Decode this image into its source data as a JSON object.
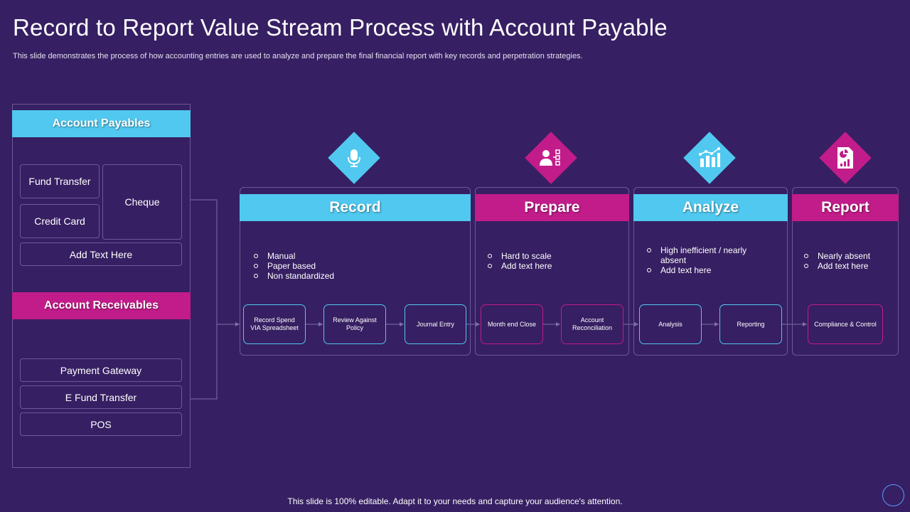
{
  "title": "Record to Report Value Stream Process with Account Payable",
  "subtitle": "This slide demonstrates the process of how accounting entries are used to analyze  and prepare the final financial report with key records and perpetration strategies.",
  "footer": "This slide is 100% editable. Adapt it to your needs and capture your audience's attention.",
  "colors": {
    "background": "#361f62",
    "cyan": "#50c8ef",
    "pink": "#c21c8a",
    "border": "#6c5a97"
  },
  "payables": {
    "header": "Account Payables",
    "items": [
      "Fund Transfer",
      "Credit Card",
      "Cheque",
      "Add Text Here"
    ]
  },
  "receivables": {
    "header": "Account Receivables",
    "items": [
      "Payment Gateway",
      "E Fund Transfer",
      "POS"
    ]
  },
  "stages": [
    {
      "title": "Record",
      "icon": "microphone-icon",
      "bullets": [
        "Manual",
        "Paper based",
        "Non standardized"
      ]
    },
    {
      "title": "Prepare",
      "icon": "person-checklist-icon",
      "bullets": [
        "Hard to scale",
        "Add text here"
      ]
    },
    {
      "title": "Analyze",
      "icon": "analytics-chart-icon",
      "bullets": [
        "High inefficient / nearly absent",
        "Add text here"
      ]
    },
    {
      "title": "Report",
      "icon": "report-document-icon",
      "bullets": [
        "Nearly absent",
        "Add text here"
      ]
    }
  ],
  "steps": [
    "Record Spend VIA Spreadsheet",
    "Review Against Policy",
    "Journal Entry",
    "Month end Close",
    "Account Reconciliation",
    "Analysis",
    "Reporting",
    "Compliance & Control"
  ]
}
